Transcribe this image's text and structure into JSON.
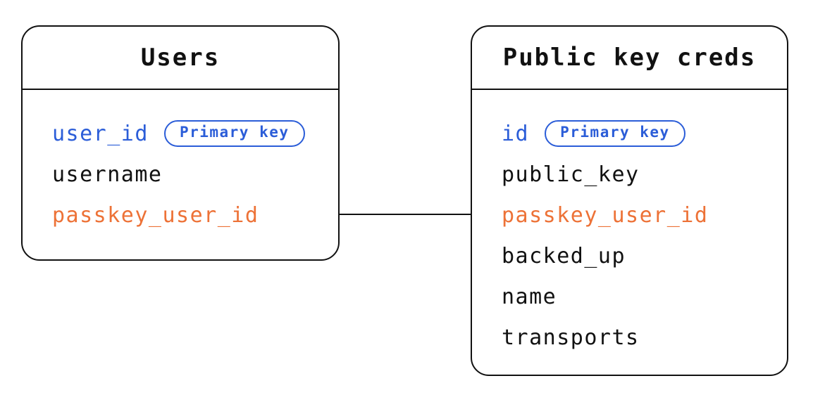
{
  "diagram": {
    "type": "entity-relationship",
    "colors": {
      "primary_key_blue": "#2B5DD8",
      "relation_orange": "#ED7237",
      "line_black": "#111111",
      "background": "#FFFFFF"
    },
    "relationship": {
      "from_table": "Users",
      "from_field": "passkey_user_id",
      "to_table": "Public key creds",
      "to_field": "passkey_user_id"
    }
  },
  "tables": [
    {
      "title": "Users",
      "fields": [
        {
          "name": "user_id",
          "color": "blue",
          "badge": "Primary key"
        },
        {
          "name": "username",
          "color": "black"
        },
        {
          "name": "passkey_user_id",
          "color": "orange"
        }
      ]
    },
    {
      "title": "Public key creds",
      "fields": [
        {
          "name": "id",
          "color": "blue",
          "badge": "Primary key"
        },
        {
          "name": "public_key",
          "color": "black"
        },
        {
          "name": "passkey_user_id",
          "color": "orange"
        },
        {
          "name": "backed_up",
          "color": "black"
        },
        {
          "name": "name",
          "color": "black"
        },
        {
          "name": "transports",
          "color": "black"
        }
      ]
    }
  ]
}
